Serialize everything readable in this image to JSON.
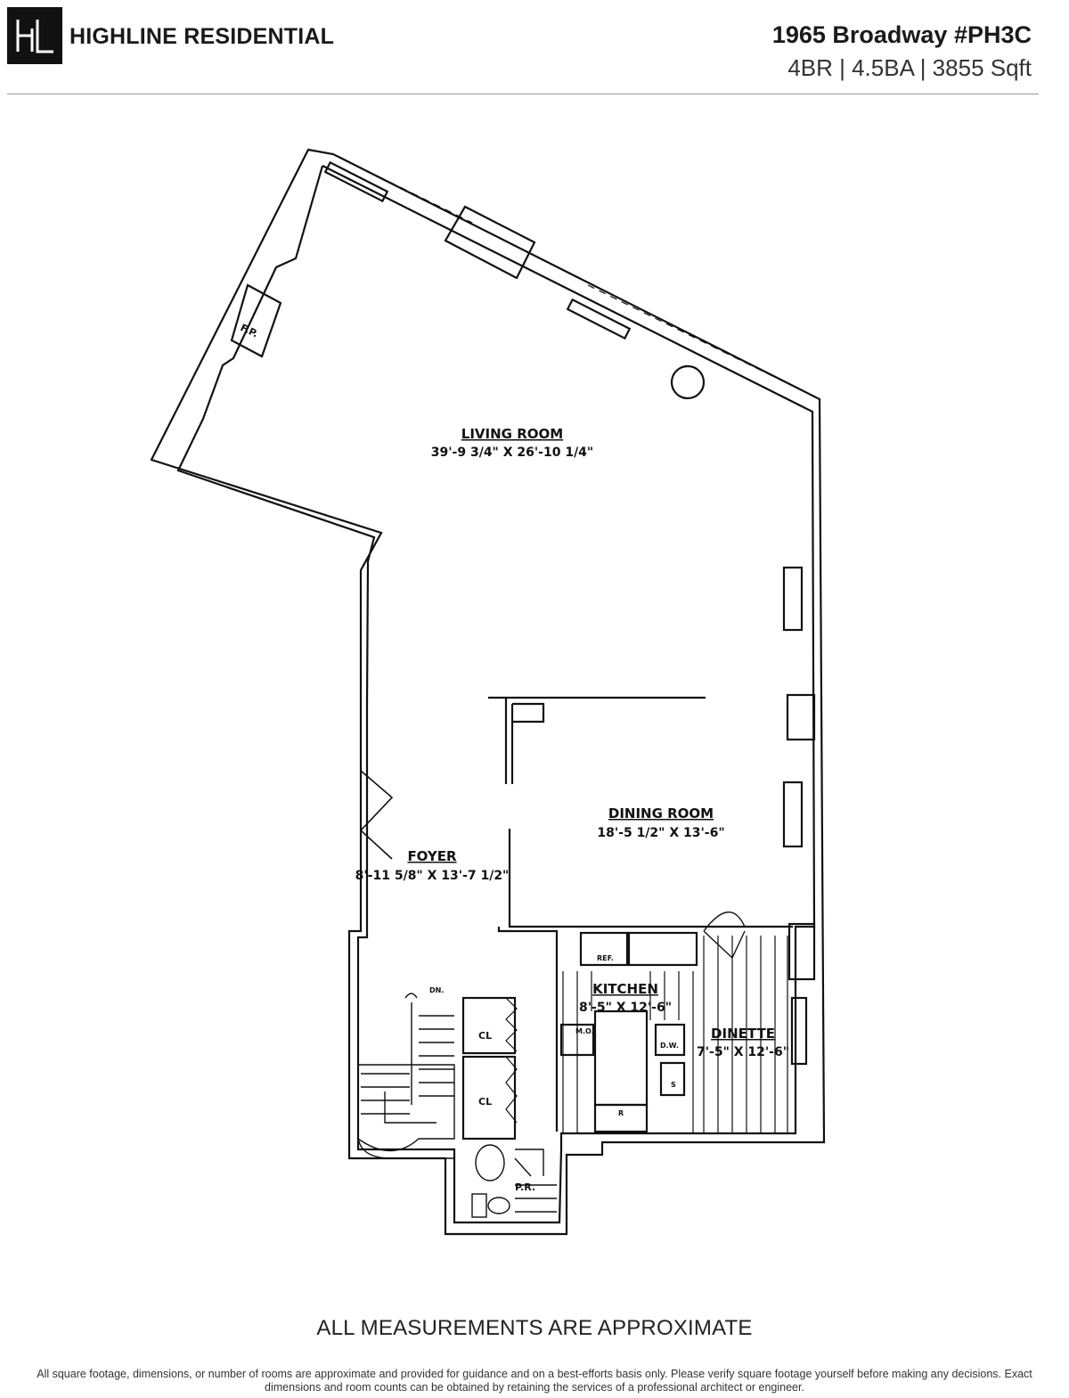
{
  "brand": {
    "logo_text": "HL",
    "name": "HIGHLINE RESIDENTIAL"
  },
  "listing": {
    "address": "1965 Broadway #PH3C",
    "specs": "4BR | 4.5BA | 3855 Sqft"
  },
  "rooms": {
    "living": {
      "name": "LIVING ROOM",
      "dims": "39'-9 3/4\" X 26'-10 1/4\""
    },
    "dining": {
      "name": "DINING ROOM",
      "dims": "18'-5 1/2\" X 13'-6\""
    },
    "foyer": {
      "name": "FOYER",
      "dims": "8'-11 5/8\" X 13'-7 1/2\""
    },
    "kitchen": {
      "name": "KITCHEN",
      "dims": "8'-5\" X 12'-6\""
    },
    "dinette": {
      "name": "DINETTE",
      "dims": "7'-5\" X 12'-6\""
    }
  },
  "plan_labels": {
    "fireplace": "F.P.",
    "refrigerator": "REF.",
    "dishwasher": "D.W.",
    "microwave": "M.O.",
    "sink": "S",
    "range": "R",
    "closet_1": "CL",
    "closet_2": "CL",
    "powder_room": "P.R.",
    "stair_down": "DN."
  },
  "footer": {
    "measure_note": "ALL MEASUREMENTS ARE APPROXIMATE",
    "disclaimer": "All square footage, dimensions, or number of rooms are approximate and provided for guidance and on a best-efforts basis only. Please verify square footage yourself before making any decisions. Exact dimensions and room counts can be obtained by retaining the services of a professional architect or engineer."
  },
  "colors": {
    "brand_dark": "#111111",
    "line": "#111111"
  }
}
